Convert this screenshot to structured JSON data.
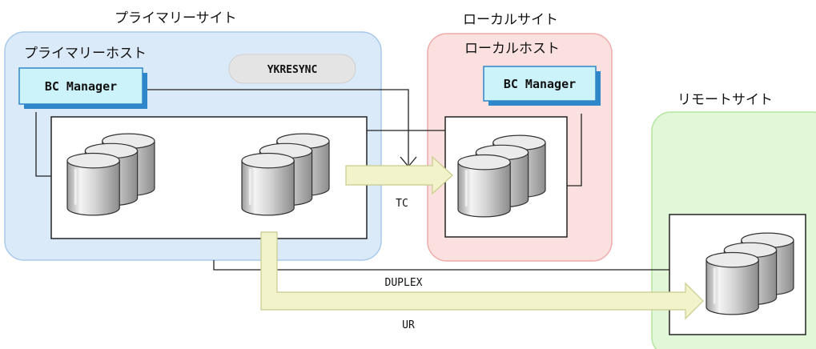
{
  "sites": {
    "primary": {
      "label": "プライマリーサイト",
      "host_label": "プライマリーホスト"
    },
    "local": {
      "label": "ローカルサイト",
      "host_label": "ローカルホスト"
    },
    "remote": {
      "label": "リモートサイト"
    }
  },
  "software": {
    "bc_manager_primary": "BC Manager",
    "bc_manager_local": "BC Manager",
    "command": "YKRESYNC"
  },
  "links": {
    "tc": "TC",
    "ur": "UR",
    "status": "DUPLEX"
  },
  "colors": {
    "primary_site_fill": "#dbeaf8",
    "primary_site_border": "#a9c9ea",
    "local_site_fill": "#fbe0e0",
    "local_site_border": "#efaaaa",
    "remote_site_fill": "#e2f7d8",
    "remote_site_border": "#b3e6a0",
    "bc_manager_fill": "#ccf3fa",
    "bc_manager_shadow": "#2f86c9",
    "pill_fill": "#e4e4e4",
    "arrow_fill": "#f2f3cb",
    "arrow_border": "#c9cc8c"
  }
}
